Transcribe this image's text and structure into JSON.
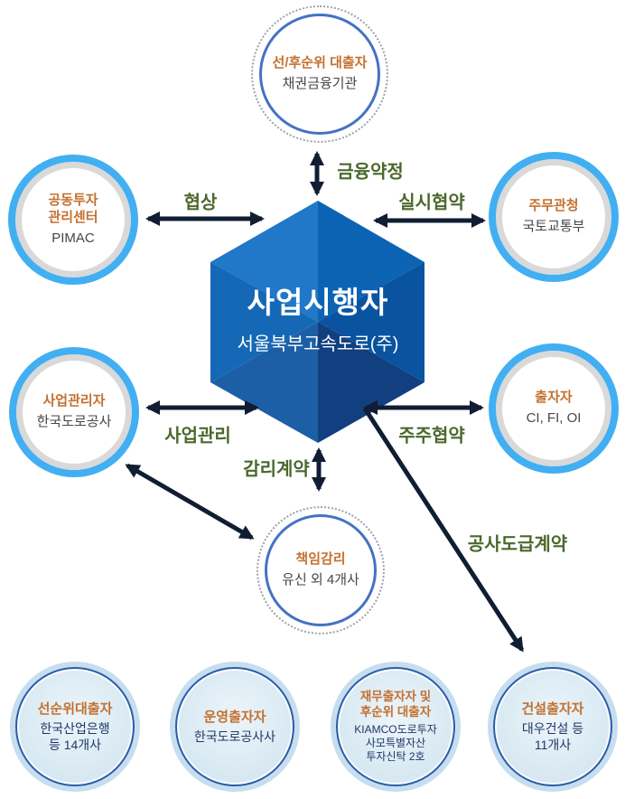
{
  "diagram": {
    "center": {
      "title": "사업시행자",
      "subtitle": "서울북부고속도로(주)"
    },
    "nodes": {
      "lenders": {
        "title": "선/후순위 대출자",
        "body": "채권금융기관"
      },
      "pimac": {
        "title1": "공동투자",
        "title2": "관리센터",
        "body": "PIMAC"
      },
      "authority": {
        "title": "주무관청",
        "body": "국토교통부"
      },
      "manager": {
        "title": "사업관리자",
        "body": "한국도로공사"
      },
      "investors": {
        "title": "출자자",
        "body": "CI, FI, OI"
      },
      "supervisor": {
        "title": "책임감리",
        "body": "유신 외 4개사"
      },
      "senior_lender": {
        "title": "선순위대출자",
        "body1": "한국산업은행",
        "body2": "등 14개사"
      },
      "operating_investor": {
        "title": "운영출자자",
        "body": "한국도로공사사"
      },
      "financial_investor": {
        "title1": "재무출자자 및",
        "title2": "후순위 대출자",
        "body1": "KIAMCO도로투자",
        "body2": "사모특별자산",
        "body3": "투자신탁 2호"
      },
      "construction_investor": {
        "title": "건설출자자",
        "body1": "대우건설 등",
        "body2": "11개사"
      }
    },
    "edges": {
      "financing": "금융약정",
      "negotiation": "협상",
      "concession": "실시협약",
      "management": "사업관리",
      "shareholder": "주주협약",
      "supervision": "감리계약",
      "construction": "공사도급계약"
    },
    "colors": {
      "accent_orange": "#C4702F",
      "label_green": "#4A682B",
      "navy_text": "#1F3864",
      "gray_text": "#45454D",
      "arrow": "#101D33",
      "dotted_circle_border": "#4472C4",
      "cyan_circle_border": "#41AFF2",
      "cyan_inner_ring": "#D9D9D9",
      "bottom_circle_border": "#2A5CAC",
      "bottom_circle_fill": "#D5E7F1",
      "hexagon_facets": [
        "#2177C8",
        "#0C63B4",
        "#1568B6",
        "#0A53A0",
        "#1C5FA6",
        "#113F80"
      ]
    }
  }
}
